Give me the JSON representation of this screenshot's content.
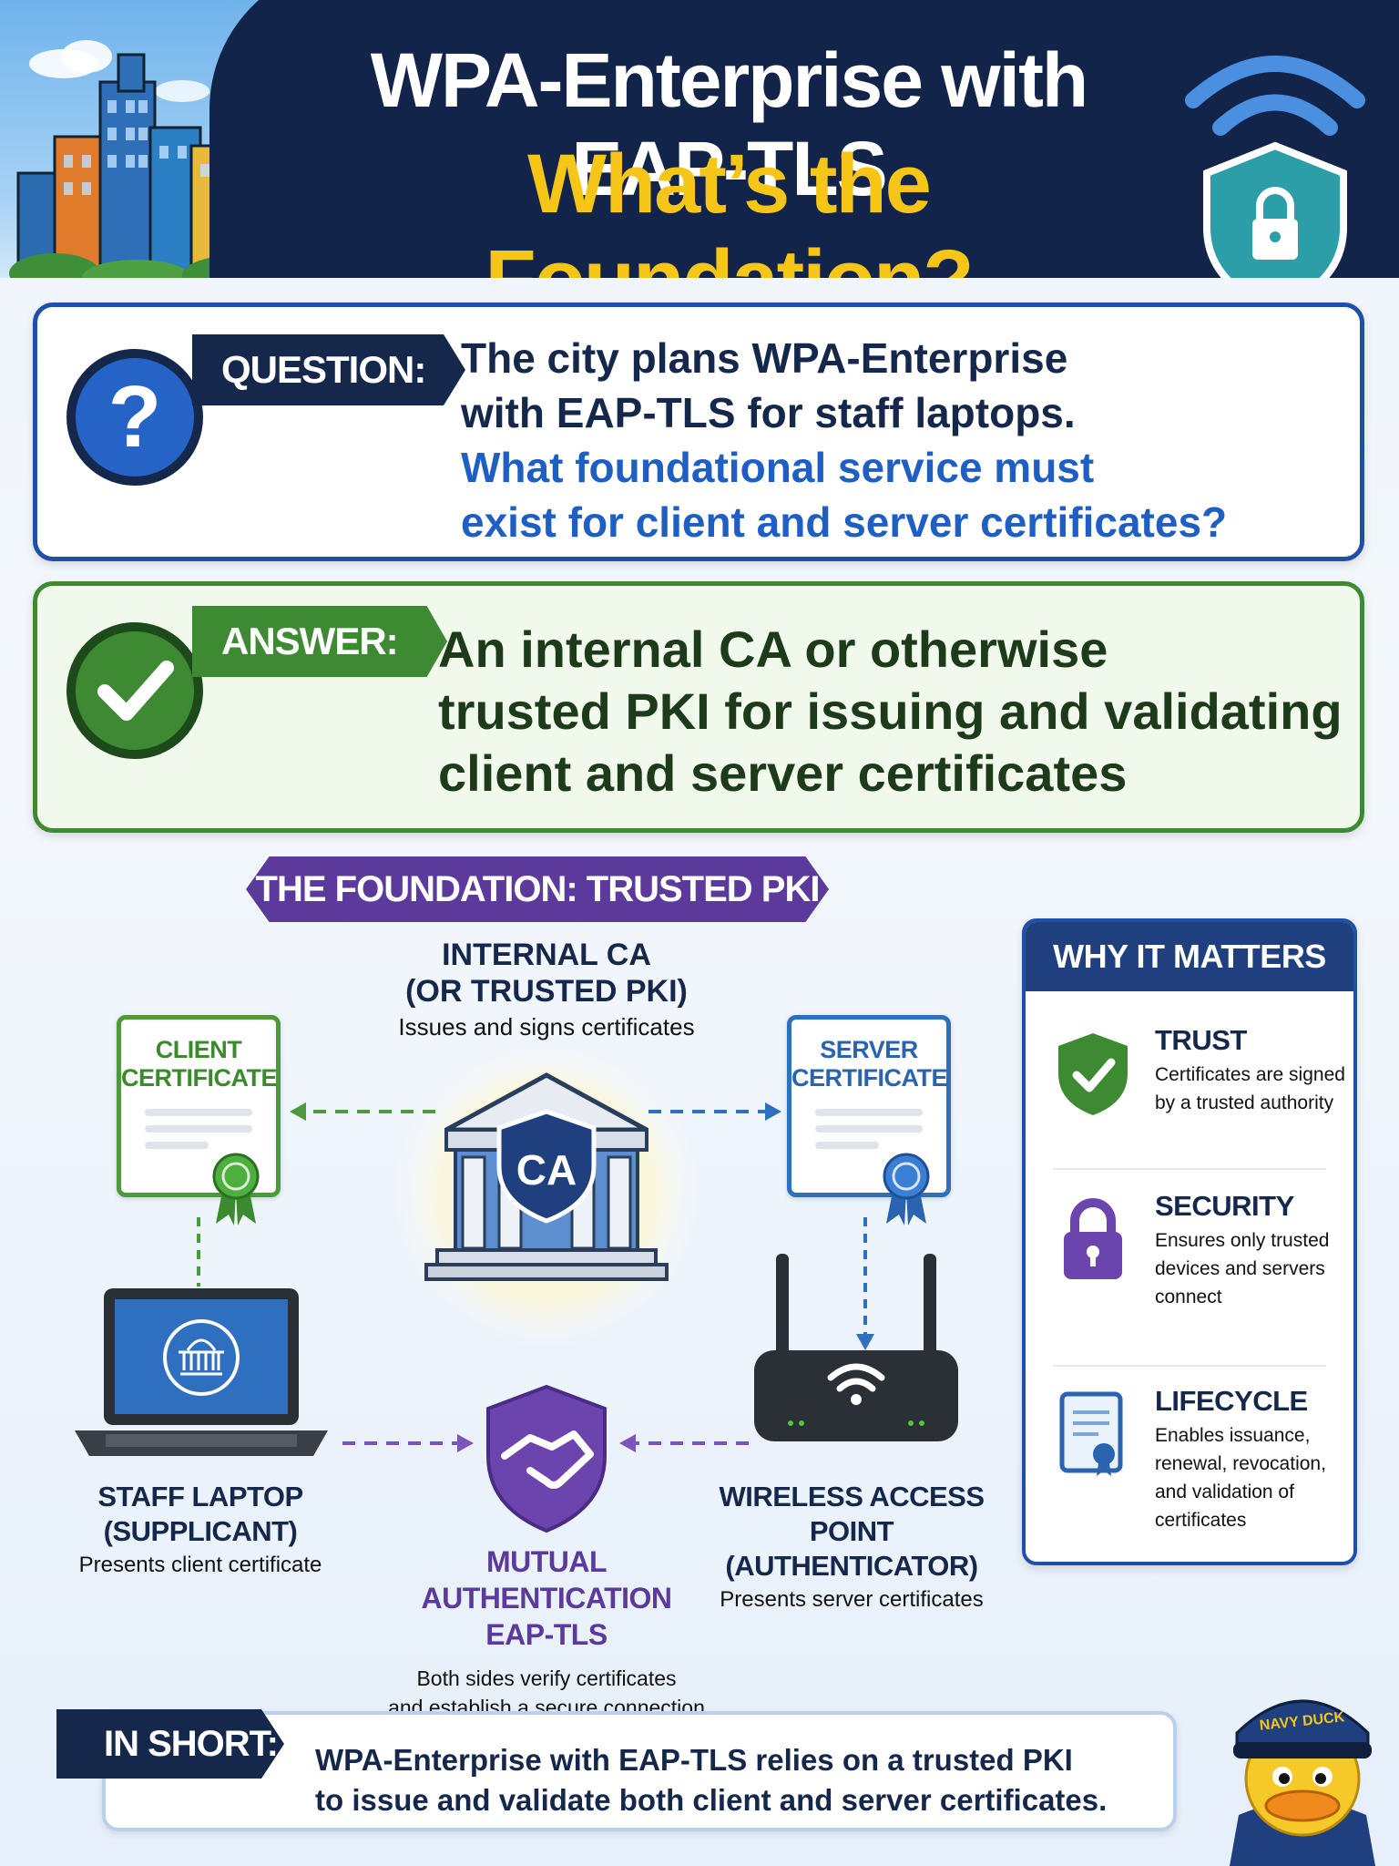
{
  "header": {
    "title_line1": "WPA-Enterprise with EAP-TLS",
    "title_line2": "What’s the Foundation?"
  },
  "question": {
    "tag": "QUESTION:",
    "line1": "The city plans WPA-Enterprise",
    "line2": "with EAP-TLS for staff laptops.",
    "line3": "What foundational service must",
    "line4": "exist for client and server certificates?"
  },
  "answer": {
    "tag": "ANSWER:",
    "line1": "An internal CA or otherwise",
    "line2": "trusted PKI for issuing and validating",
    "line3": "client and server certificates"
  },
  "foundation": {
    "banner": "THE FOUNDATION: TRUSTED PKI",
    "ca_line1": "INTERNAL CA",
    "ca_line2": "(OR TRUSTED PKI)",
    "ca_desc": "Issues and signs certificates",
    "ca_badge": "CA",
    "client_cert_l1": "CLIENT",
    "client_cert_l2": "CERTIFICATE",
    "server_cert_l1": "SERVER",
    "server_cert_l2": "CERTIFICATE",
    "laptop_l1": "STAFF LAPTOP",
    "laptop_l2": "(SUPPLICANT)",
    "laptop_desc": "Presents client certificate",
    "ap_l1": "WIRELESS ACCESS POINT",
    "ap_l2": "(AUTHENTICATOR)",
    "ap_desc": "Presents server certificates",
    "mutual_l1": "MUTUAL AUTHENTICATION",
    "mutual_l2": "EAP-TLS",
    "mutual_desc1": "Both sides verify certificates",
    "mutual_desc2": "and establish a secure connection"
  },
  "why": {
    "title": "WHY IT MATTERS",
    "items": [
      {
        "heading": "TRUST",
        "desc": "Certificates are signed by a trusted authority",
        "icon": "shield-check-icon"
      },
      {
        "heading": "SECURITY",
        "desc": "Ensures only trusted devices and servers connect",
        "icon": "padlock-icon"
      },
      {
        "heading": "LIFECYCLE",
        "desc": "Enables issuance, renewal, revocation, and validation of certificates",
        "icon": "certificate-document-icon"
      }
    ]
  },
  "short": {
    "tag": "IN SHORT:",
    "line1": "WPA-Enterprise with EAP-TLS relies on a trusted PKI",
    "line2": "to issue and validate both client and server certificates."
  },
  "mascot": {
    "hat_text": "NAVY DUCK"
  },
  "colors": {
    "navy": "#15284b",
    "accent_yellow": "#f5c518",
    "question_blue": "#1f5fc4",
    "answer_green": "#3e8a32",
    "purple": "#5b3a9b"
  }
}
